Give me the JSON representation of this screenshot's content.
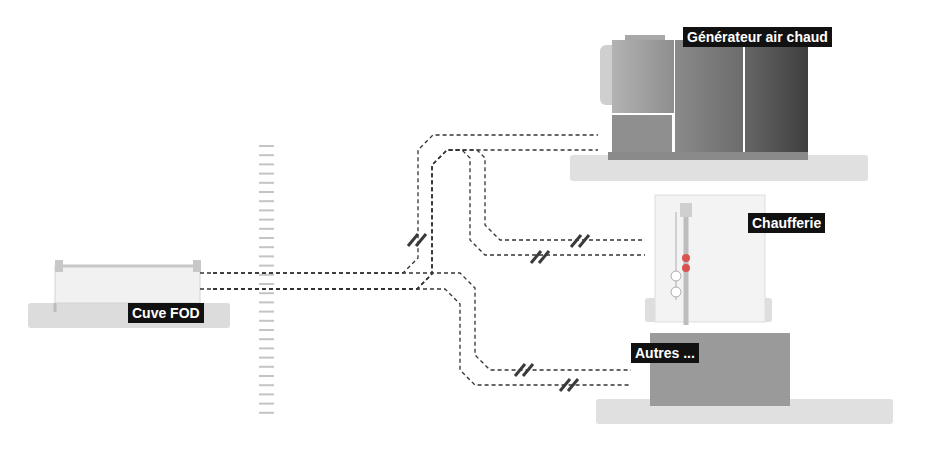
{
  "diagram": {
    "nodes": [
      {
        "text": [
          "Générateur air chaud"
        ]
      },
      {
        "text": [
          "Chaufferie"
        ]
      },
      {
        "text": [
          "Cuve FOD"
        ]
      },
      {
        "text": [
          "Autres ..."
        ]
      }
    ],
    "edges": [
      {
        "from": 2,
        "to": 0,
        "arrow": "none"
      },
      {
        "from": 2,
        "to": 1,
        "arrow": "none"
      },
      {
        "from": 2,
        "to": 3,
        "arrow": "none"
      }
    ]
  }
}
